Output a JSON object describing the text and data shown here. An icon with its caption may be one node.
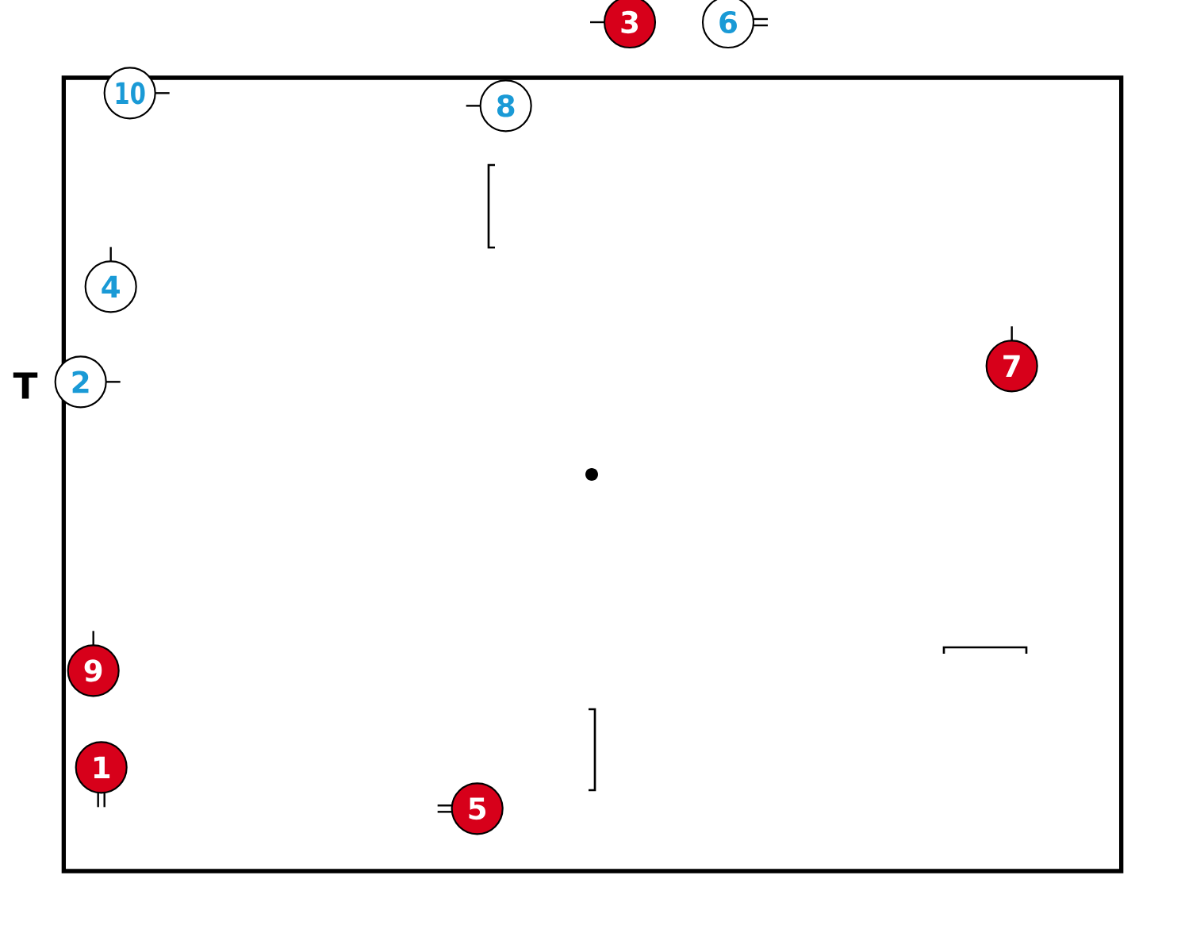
{
  "diagram": {
    "nodes": [
      {
        "text": [],
        "shape": "box"
      },
      {
        "text": [
          "3"
        ]
      },
      {
        "text": [
          "6"
        ]
      },
      {
        "text": [
          "10"
        ],
        "in": 0
      },
      {
        "text": [
          "8"
        ],
        "in": 0
      },
      {
        "text": [
          "4"
        ],
        "in": 0
      },
      {
        "text": [
          "7"
        ],
        "in": 0
      },
      {
        "text": [
          "2"
        ],
        "in": 0
      },
      {
        "text": [
          "9"
        ],
        "in": 0
      },
      {
        "text": [
          "1"
        ],
        "in": 0
      },
      {
        "text": [
          "5"
        ],
        "in": 0
      }
    ],
    "labels": [
      "T"
    ]
  }
}
